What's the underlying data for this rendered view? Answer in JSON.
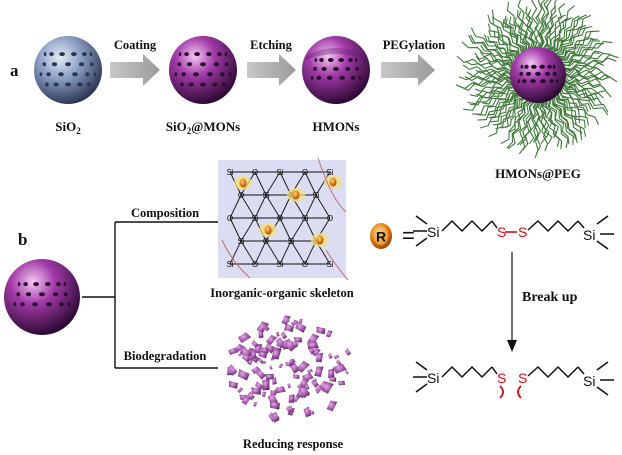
{
  "panel_a": {
    "label": "a",
    "steps": [
      {
        "name": "SiO",
        "sub": "2"
      },
      {
        "name": "SiO",
        "sub": "2",
        "suffix": "@MONs"
      },
      {
        "name": "HMONs"
      },
      {
        "name": "HMONs@PEG"
      }
    ],
    "arrows": [
      "Coating",
      "Etching",
      "PEGylation"
    ]
  },
  "panel_b": {
    "label": "b",
    "branch_top": "Composition",
    "branch_bottom": "Biodegradation",
    "skeleton_caption": "Inorganic-organic skeleton",
    "degradation_caption": "Reducing response",
    "skeleton_atoms": [
      "Si",
      "O"
    ],
    "r_symbol": "R",
    "equals": "=",
    "linker": {
      "si": "Si",
      "s": "S"
    },
    "break_label": "Break up"
  },
  "colors": {
    "silica": "#8a9ec4",
    "purple": "#9b2fa3",
    "peg": "#3f7a3a",
    "arrow": "#aaaaaa",
    "sulfur": "#d01010",
    "r_ball": "#e07a10"
  }
}
